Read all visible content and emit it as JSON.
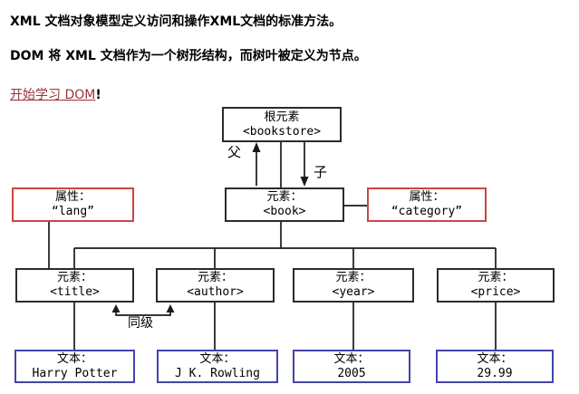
{
  "page": {
    "intro_line1": "XML 文档对象模型定义访问和操作XML文档的标准方法。",
    "intro_line2": "DOM 将 XML 文档作为一个树形结构，而树叶被定义为节点。",
    "link_text": "开始学习 DOM",
    "link_suffix": "!"
  },
  "colors": {
    "element_border": "#2b2b2b",
    "attribute_border": "#cc4444",
    "text_border": "#4444aa",
    "link_color": "#993333",
    "line_color": "#1a1a1a"
  },
  "diagram": {
    "edge_labels": {
      "parent": "父",
      "child": "子",
      "sibling": "同级"
    },
    "nodes": {
      "root": {
        "label": "根元素",
        "value": "<bookstore>"
      },
      "lang": {
        "label": "属性：",
        "value": "“lang”"
      },
      "book": {
        "label": "元素：",
        "value": "<book>"
      },
      "category": {
        "label": "属性：",
        "value": "“category”"
      },
      "title": {
        "label": "元素：",
        "value": "<title>"
      },
      "author": {
        "label": "元素：",
        "value": "<author>"
      },
      "year": {
        "label": "元素：",
        "value": "<year>"
      },
      "price": {
        "label": "元素：",
        "value": "<price>"
      },
      "text_title": {
        "label": "文本：",
        "value": "Harry Potter"
      },
      "text_author": {
        "label": "文本：",
        "value": "J K. Rowling"
      },
      "text_year": {
        "label": "文本：",
        "value": "2005"
      },
      "text_price": {
        "label": "文本：",
        "value": "29.99"
      }
    }
  }
}
